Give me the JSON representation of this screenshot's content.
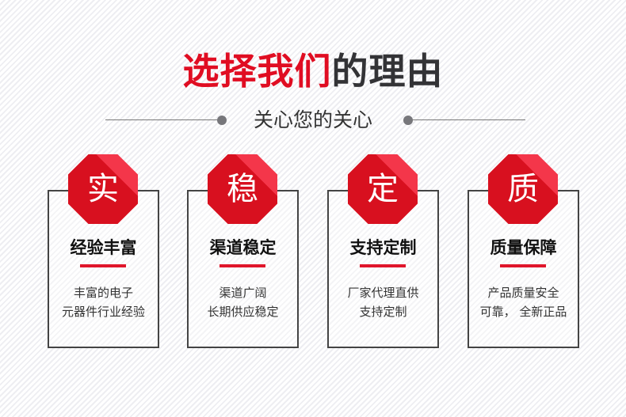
{
  "header": {
    "title_red": "选择我们",
    "title_dark": "的理由",
    "subtitle": "关心您的关心"
  },
  "colors": {
    "accent": "#e00d22",
    "dark": "#333336"
  },
  "cards": [
    {
      "badge": "实",
      "title": "经验丰富",
      "desc1": "丰富的电子",
      "desc2": "元器件行业经验"
    },
    {
      "badge": "稳",
      "title": "渠道稳定",
      "desc1": "渠道广阔",
      "desc2": "长期供应稳定"
    },
    {
      "badge": "定",
      "title": "支持定制",
      "desc1": "厂家代理直供",
      "desc2": "支持定制"
    },
    {
      "badge": "质",
      "title": "质量保障",
      "desc1": "产品质量安全",
      "desc2": "可靠， 全新正品"
    }
  ]
}
